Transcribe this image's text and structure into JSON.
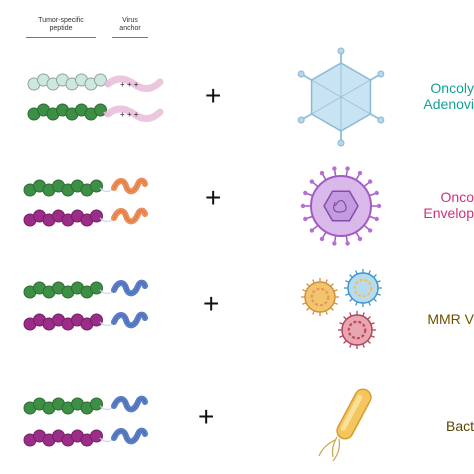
{
  "headers": {
    "peptide": [
      "Tumor-specific",
      "peptide"
    ],
    "anchor": [
      "Virus",
      "anchor"
    ]
  },
  "plus_sign": "+",
  "rows": [
    {
      "vector": [
        "Oncoly",
        "Adenovi"
      ],
      "vector_color": "#14a09a",
      "peptide_colors": [
        "#cde9df",
        "#3d8f45"
      ],
      "anchor_type": "charge-tail",
      "anchor_symbols": [
        "+ + +",
        "+ + +"
      ],
      "icon": "adenovirus-icon"
    },
    {
      "vector": [
        "Onco",
        "Envelop"
      ],
      "vector_color": "#d0307b",
      "peptide_colors": [
        "#3d8f45",
        "#9b2c87"
      ],
      "anchor_type": "orange-squiggle",
      "anchor_color": "#ee8c55",
      "icon": "enveloped-virus-icon"
    },
    {
      "vector": [
        "MMR V"
      ],
      "vector_color": "#6b5200",
      "peptide_colors": [
        "#3d8f45",
        "#9b2c87"
      ],
      "anchor_type": "blue-squiggle",
      "anchor_color": "#5a7dc8",
      "icon": "mmr-virus-cluster-icon"
    },
    {
      "vector": [
        "Bact"
      ],
      "vector_color": "#5a4300",
      "peptide_colors": [
        "#3d8f45",
        "#9b2c87"
      ],
      "anchor_type": "blue-squiggle",
      "anchor_color": "#5a7dc8",
      "icon": "bacterium-icon"
    }
  ]
}
